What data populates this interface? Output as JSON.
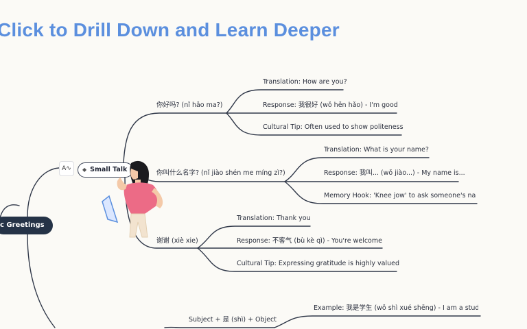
{
  "title": "Click to Drill Down and Learn Deeper",
  "root": {
    "label": "c Greetings"
  },
  "branch_icon": "ai-sparkle-icon",
  "small_talk": {
    "label": "Small Talk",
    "icon": "chat-icon",
    "phrases": [
      {
        "label": "你好吗? (nǐ hǎo ma?)",
        "children": [
          "Translation: How are you?",
          "Response: 我很好 (wǒ hěn hǎo) - I'm good",
          "Cultural Tip: Often used to show politeness"
        ]
      },
      {
        "label": "你叫什么名字? (nǐ jiào shén me míng zì?)",
        "children": [
          "Translation: What is your name?",
          "Response: 我叫... (wǒ jiào...) - My name is...",
          "Memory Hook: 'Knee jow' to ask someone's nan"
        ]
      },
      {
        "label": "谢谢 (xiè xie)",
        "children": [
          "Translation: Thank you",
          "Response: 不客气 (bù kè qì) - You're welcome",
          "Cultural Tip: Expressing gratitude is highly valued"
        ]
      }
    ]
  },
  "grammar": {
    "label": "Subject + 是 (shì) + Object",
    "children": [
      "Example: 我是学生 (wǒ shì xué shēng) - I am a stud"
    ]
  },
  "colors": {
    "title": "#5b8fde",
    "root_bg": "#253347",
    "line": "#2f3748",
    "shirt": "#ec6b86"
  }
}
